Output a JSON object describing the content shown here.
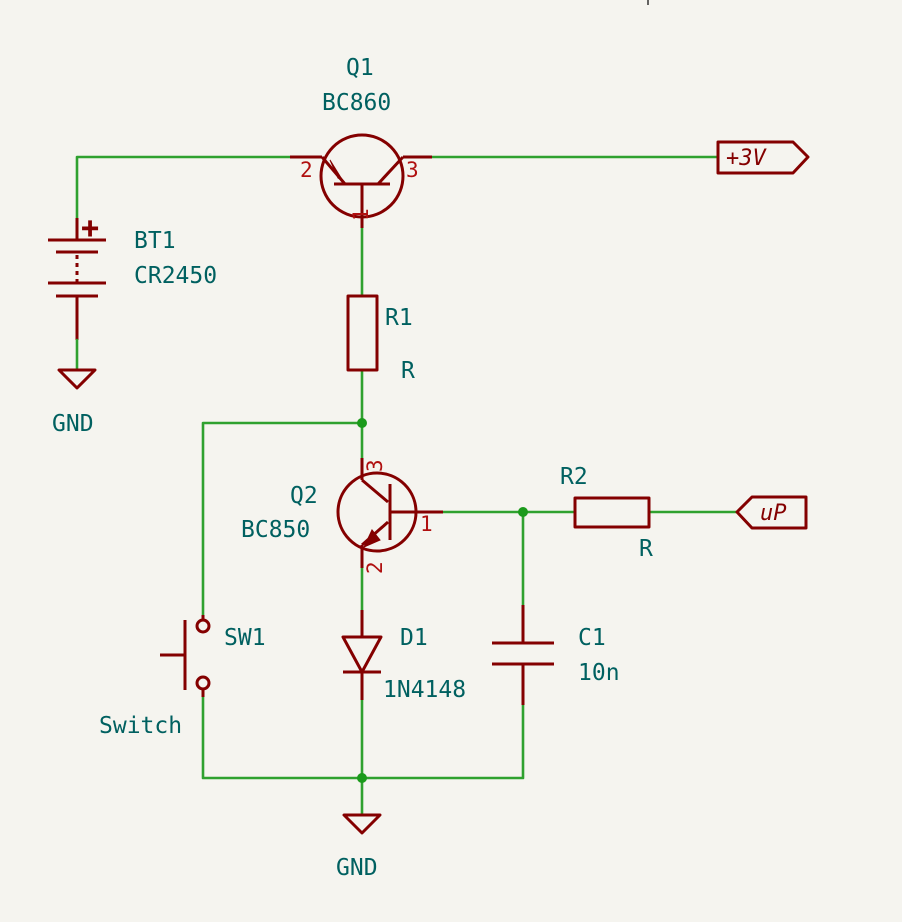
{
  "components": {
    "q1": {
      "ref": "Q1",
      "value": "BC860",
      "pins": [
        "1",
        "2",
        "3"
      ]
    },
    "q2": {
      "ref": "Q2",
      "value": "BC850",
      "pins": [
        "1",
        "2",
        "3"
      ]
    },
    "bt1": {
      "ref": "BT1",
      "value": "CR2450"
    },
    "r1": {
      "ref": "R1",
      "value": "R"
    },
    "r2": {
      "ref": "R2",
      "value": "R"
    },
    "d1": {
      "ref": "D1",
      "value": "1N4148"
    },
    "c1": {
      "ref": "C1",
      "value": "10n"
    },
    "sw1": {
      "ref": "SW1",
      "value": "Switch"
    }
  },
  "power": {
    "gnd_label": "GND",
    "v3_label": "+3V",
    "up_label": "uP",
    "battery_plus": "+"
  },
  "colors": {
    "background": "#f5f4ef",
    "wire": "#2fa12f",
    "symbol": "#840000",
    "label": "#006060",
    "pin_number": "#b01010",
    "junction": "#1b9a1b"
  }
}
